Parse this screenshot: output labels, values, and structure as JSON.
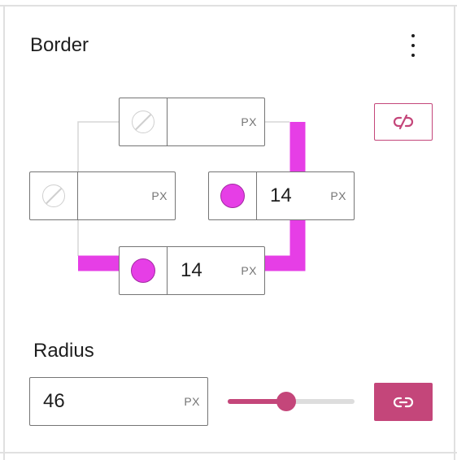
{
  "panel": {
    "title": "Border"
  },
  "colors": {
    "accent": "#c4467a",
    "border_color": "#e63ee6",
    "guide": "#d6d6d6"
  },
  "border": {
    "top": {
      "value": "",
      "unit": "PX",
      "color": null
    },
    "left": {
      "value": "",
      "unit": "PX",
      "color": null
    },
    "right": {
      "value": "14",
      "unit": "PX",
      "color": "#e63ee6"
    },
    "bottom": {
      "value": "14",
      "unit": "PX",
      "color": "#e63ee6"
    },
    "unlink_icon": "unlink-icon"
  },
  "radius": {
    "label": "Radius",
    "value": "46",
    "unit": "PX",
    "slider_fraction": 0.46,
    "link_icon": "link-icon"
  }
}
